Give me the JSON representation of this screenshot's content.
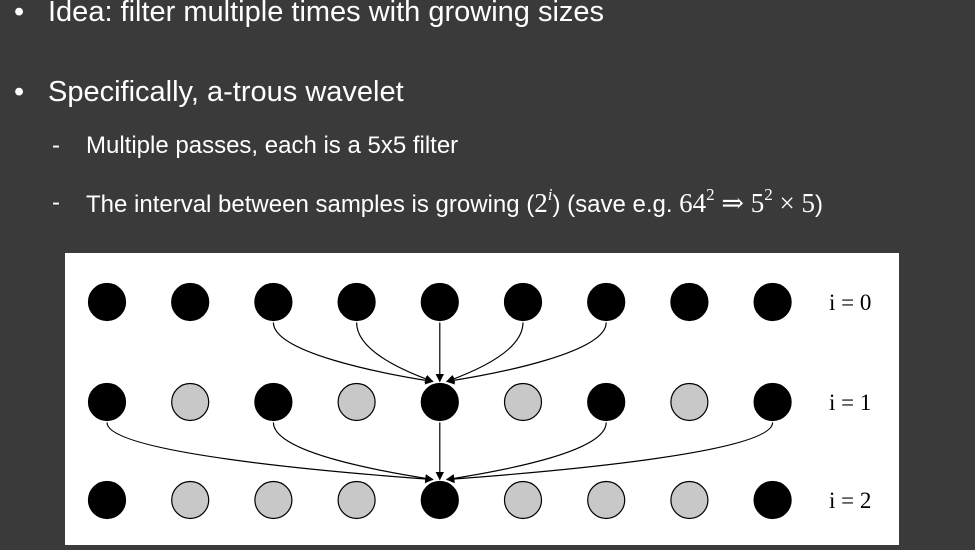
{
  "slide": {
    "bullets": [
      {
        "marker": "•",
        "text": "Idea: filter multiple times with growing sizes"
      },
      {
        "marker": "•",
        "text": "Specifically, a-trous wavelet"
      }
    ],
    "subbullets": [
      {
        "marker": "-",
        "text": "Multiple passes, each is a 5x5 filter"
      },
      {
        "marker": "-",
        "text_a": "The interval between samples is growing (",
        "math_base": "2",
        "math_exp": "i",
        "text_b": ") (save e.g. ",
        "math_a_base": "64",
        "math_a_exp": "2",
        "math_arrow": "⇒",
        "math_b_base": "5",
        "math_b_exp": "2",
        "math_tail": "× 5",
        "text_c": ")"
      }
    ]
  },
  "diagram": {
    "levels": [
      {
        "label": "i = 0",
        "samples": [
          "black",
          "black",
          "black",
          "black",
          "black",
          "black",
          "black",
          "black",
          "black"
        ]
      },
      {
        "label": "i = 1",
        "samples": [
          "black",
          "gray",
          "black",
          "gray",
          "black",
          "gray",
          "black",
          "gray",
          "black"
        ]
      },
      {
        "label": "i = 2",
        "samples": [
          "black",
          "gray",
          "gray",
          "gray",
          "black",
          "gray",
          "gray",
          "gray",
          "black"
        ]
      }
    ],
    "arrows": [
      {
        "from_level": 0,
        "from_sample": 2,
        "to_level": 1,
        "to_sample": 4
      },
      {
        "from_level": 0,
        "from_sample": 3,
        "to_level": 1,
        "to_sample": 4
      },
      {
        "from_level": 0,
        "from_sample": 4,
        "to_level": 1,
        "to_sample": 4
      },
      {
        "from_level": 0,
        "from_sample": 5,
        "to_level": 1,
        "to_sample": 4
      },
      {
        "from_level": 0,
        "from_sample": 6,
        "to_level": 1,
        "to_sample": 4
      },
      {
        "from_level": 1,
        "from_sample": 0,
        "to_level": 2,
        "to_sample": 4
      },
      {
        "from_level": 1,
        "from_sample": 2,
        "to_level": 2,
        "to_sample": 4
      },
      {
        "from_level": 1,
        "from_sample": 4,
        "to_level": 2,
        "to_sample": 4
      },
      {
        "from_level": 1,
        "from_sample": 6,
        "to_level": 2,
        "to_sample": 4
      },
      {
        "from_level": 1,
        "from_sample": 8,
        "to_level": 2,
        "to_sample": 4
      }
    ],
    "colors": {
      "black": "#000000",
      "gray": "#c8c8c8",
      "stroke": "#000000"
    }
  }
}
